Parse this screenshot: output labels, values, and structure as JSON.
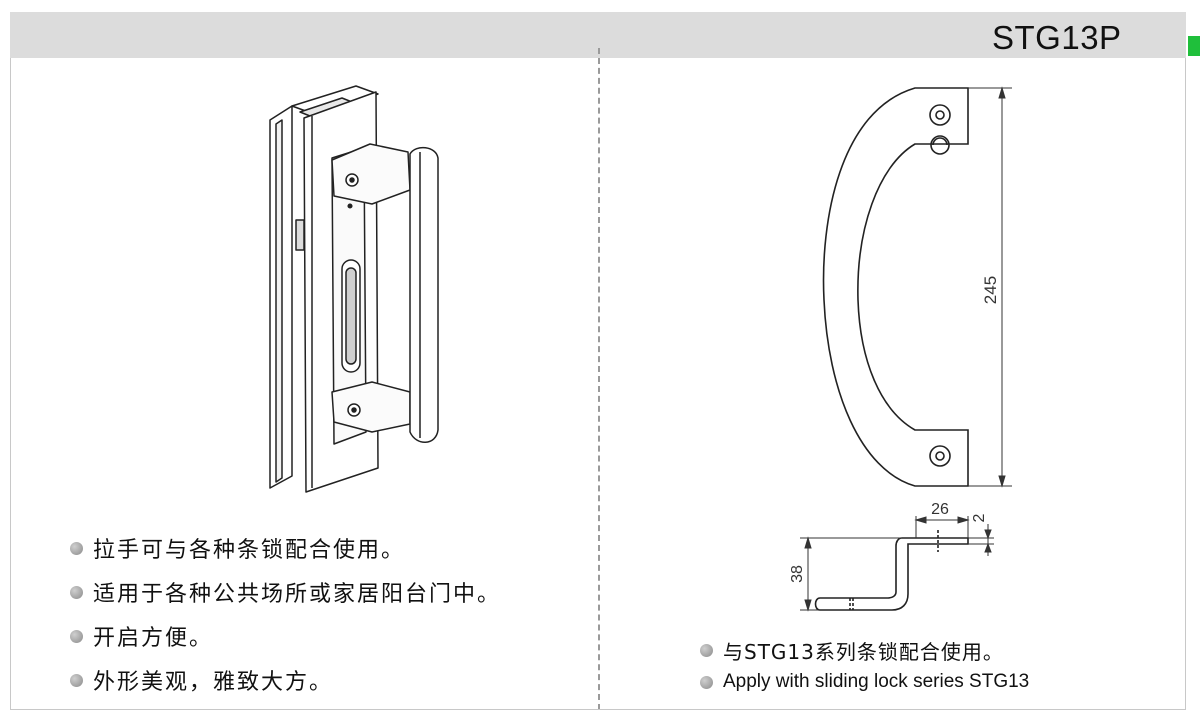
{
  "header": {
    "model_code": "STG13P"
  },
  "product": {
    "features": [
      "拉手可与各种条锁配合使用。",
      "适用于各种公共场所或家居阳台门中。",
      "开启方便。",
      "外形美观，雅致大方。"
    ]
  },
  "drawing": {
    "dimensions": {
      "height": "245",
      "width": "26",
      "thickness": "2",
      "depth": "38"
    },
    "notes": [
      "与STG13系列条锁配合使用。",
      "Apply with sliding lock series STG13"
    ]
  },
  "colors": {
    "header_bg": "#dcdcdc",
    "accent_tab": "#1fbf3b",
    "bullet": "#9a9a9a"
  }
}
